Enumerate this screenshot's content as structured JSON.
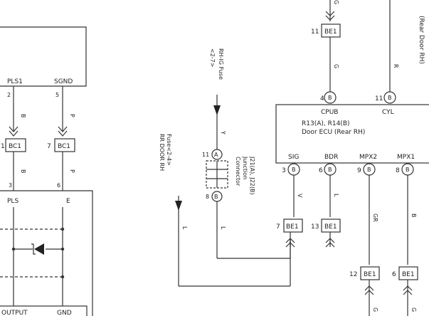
{
  "left_box_top": {
    "pls1": "PLS1",
    "sgnd": "SGND",
    "pin_pls1": "2",
    "pin_sgnd": "5"
  },
  "left_wires": {
    "w1_top": "B",
    "w1_bot": "B",
    "w2_top": "P",
    "w2_bot": "P"
  },
  "bc_connectors": {
    "c1_pin": "1",
    "c1_label": "BC1",
    "c2_pin": "7",
    "c2_label": "BC1"
  },
  "left_box_bottom": {
    "pin_3": "3",
    "pin_6": "6",
    "pls": "PLS",
    "e": "E",
    "output": "OUTPUT",
    "gnd": "GND"
  },
  "rh_ig_fuse": {
    "line1": "RH-IG Fuse",
    "line2": "<2-7>",
    "wire": "Y"
  },
  "rr_door_fuse": {
    "line1": "RR DOOR RH",
    "line2": "Fuse<2-4>",
    "wire": "L"
  },
  "junction": {
    "pin_top": "11",
    "letter_top": "A",
    "pin_bot": "8",
    "letter_bot": "B",
    "line1": "J21(A), J22(B)",
    "line2": "Junction",
    "line3": "Connector",
    "wire_out": "L"
  },
  "ecu": {
    "label1": "R13(A), R14(B)",
    "label2": "Door ECU (Rear RH)",
    "cpub": "CPUB",
    "cyl": "CYL",
    "pin_cpub": "4",
    "pin_cyl": "11",
    "conn_cpub": "B",
    "conn_cyl": "B",
    "sig": "SIG",
    "bdr": "BDR",
    "mpx2": "MPX2",
    "mpx1": "MPX1",
    "pin_sig": "3",
    "pin_bdr": "6",
    "pin_mpx2": "9",
    "pin_mpx1": "8",
    "conn_sig": "B",
    "conn_bdr": "B",
    "conn_mpx2": "B",
    "conn_mpx1": "B"
  },
  "top_right": {
    "be1_pin": "11",
    "be1_label": "BE1",
    "wire_g": "G",
    "wire_r": "R",
    "top_g": "G",
    "rear_door": "(Rear Door RH)"
  },
  "ecu_wires": {
    "sig": "V",
    "bdr": "L",
    "mpx2": "GR",
    "mpx1": "B"
  },
  "be1_bottom": {
    "c7_pin": "7",
    "c7_label": "BE1",
    "c13_pin": "13",
    "c13_label": "BE1",
    "c12_pin": "12",
    "c12_label": "BE1",
    "c6_pin": "6",
    "c6_label": "BE1",
    "w12": "G",
    "w6": "G"
  }
}
